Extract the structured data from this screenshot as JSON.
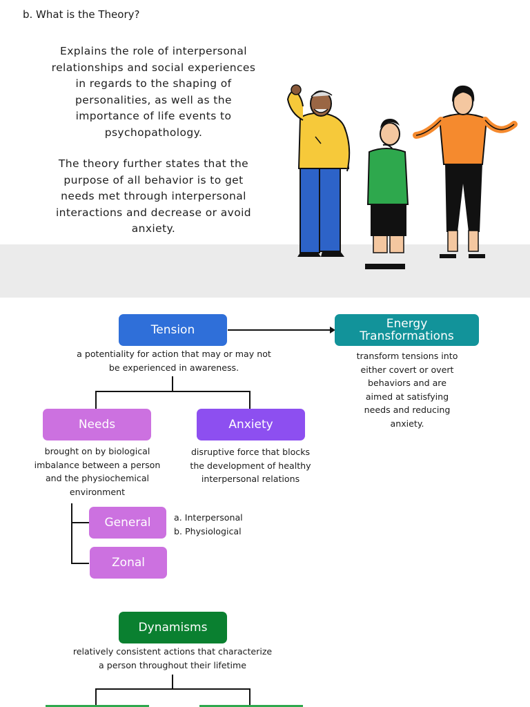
{
  "heading": "b. What is the Theory?",
  "para1": [
    "Explains the role of interpersonal",
    "relationships and social experiences",
    "in regards to the shaping of",
    "personalities, as well as the",
    "importance of life events to",
    "psychopathology."
  ],
  "para2": [
    "The theory further states that the",
    "purpose of all behavior is to get",
    "needs met through interpersonal",
    "interactions and decrease or avoid",
    "anxiety."
  ],
  "colors": {
    "tension": "#2f6fd9",
    "energy": "#12939a",
    "needs": "#cc71e0",
    "anxiety": "#8d4ff0",
    "general": "#cc71e0",
    "zonal": "#cc71e0",
    "dynamisms": "#0a8030"
  },
  "nodes": {
    "tension": {
      "label": "Tension",
      "desc": [
        "a potentiality for action that may or may not",
        "be experienced in awareness."
      ]
    },
    "energy": {
      "label_lines": [
        "Energy",
        "Transformations"
      ],
      "desc": [
        "transform tensions into",
        "either covert or overt",
        "behaviors and are",
        "aimed at satisfying",
        "needs and reducing",
        "anxiety."
      ]
    },
    "needs": {
      "label": "Needs",
      "desc": [
        "brought on by biological",
        "imbalance between a person",
        "and the physiochemical",
        "environment"
      ]
    },
    "anxiety": {
      "label": "Anxiety",
      "desc": [
        "disruptive force that blocks",
        "the development of healthy",
        "interpersonal relations"
      ]
    },
    "general": {
      "label": "General",
      "desc": [
        "a. Interpersonal",
        "b. Physiological"
      ]
    },
    "zonal": {
      "label": "Zonal"
    },
    "dynamisms": {
      "label": "Dynamisms",
      "desc": [
        "relatively consistent actions that characterize",
        "a person throughout their lifetime"
      ]
    }
  },
  "illustration": {
    "icon": "family-people-illustration"
  }
}
